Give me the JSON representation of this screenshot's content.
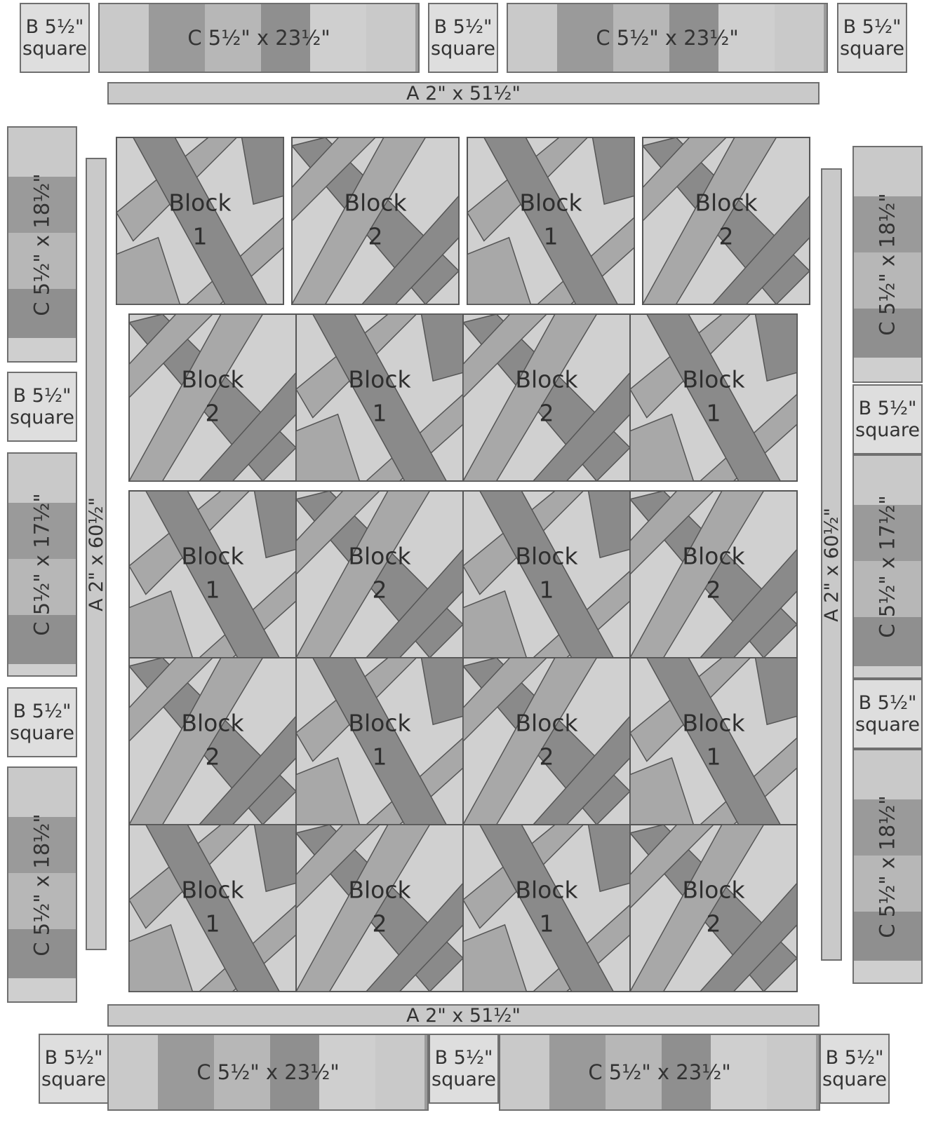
{
  "labels": {
    "b_square_line1": "B 5½\"",
    "b_square_line2": "square",
    "c_top": "C 5½\" x 23½\"",
    "c_bottom": "C 5½\" x 23½\"",
    "a_horizontal": "A   2\" x 51½\"",
    "a_vertical": "A   2\" x 60½\"",
    "c_left_upper": "C 5½\" x 18½\"",
    "c_left_middle": "C 5½\" x 17½\"",
    "c_left_lower": "C 5½\" x 18½\"",
    "c_right_upper": "C 5½\" x 18½\"",
    "c_right_middle": "C 5½\" x 17½\"",
    "c_right_lower": "C 5½\" x 18½\""
  },
  "block_word": "Block",
  "rows": [
    [
      "1",
      "2",
      "1",
      "2"
    ],
    [
      "2",
      "1",
      "2",
      "1"
    ],
    [
      "1",
      "2",
      "1",
      "2"
    ],
    [
      "2",
      "1",
      "2",
      "1"
    ],
    [
      "1",
      "2",
      "1",
      "2"
    ]
  ],
  "colors": {
    "light": "#d0d0d0",
    "mid": "#a8a8a8",
    "dark": "#8a8a8a",
    "outline": "#555555",
    "strip": "#c9c9c9"
  }
}
